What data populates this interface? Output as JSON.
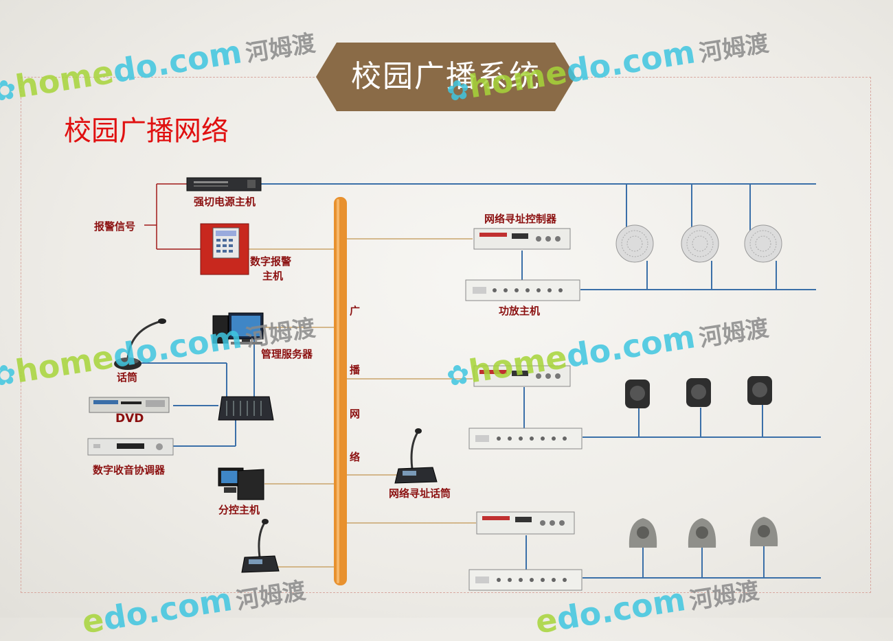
{
  "title": "校园广播系统",
  "subtitle": "校园广播网络",
  "bus_label": [
    "广",
    "播",
    "网",
    "络"
  ],
  "labels": {
    "power_host": "强切电源主机",
    "alarm_signal": "报警信号",
    "digital_alarm": "数字报警",
    "digital_alarm_2": "主机",
    "mgmt_server": "管理服务器",
    "mic": "话筒",
    "dvd": "DVD",
    "tuner": "数字收音协调器",
    "sub_host": "分控主机",
    "net_controller": "网络寻址控制器",
    "amp_host": "功放主机",
    "net_mic": "网络寻址话筒"
  },
  "watermark": {
    "part1": "home",
    "part2": "do.com",
    "part3": "河姆渡",
    "mid": "e"
  },
  "colors": {
    "bus": "#e8912e",
    "line": "#3a6fa8",
    "thin_line": "#c9a46a",
    "banner": "#8a6b47",
    "alarm": "#8b1010"
  },
  "icons": [
    "rack-device-icon",
    "alarm-panel-icon",
    "computer-icon",
    "gooseneck-mic-icon",
    "dvd-player-icon",
    "mixer-icon",
    "tuner-icon",
    "ceiling-speaker-icon",
    "wall-speaker-icon",
    "lawn-speaker-icon"
  ]
}
